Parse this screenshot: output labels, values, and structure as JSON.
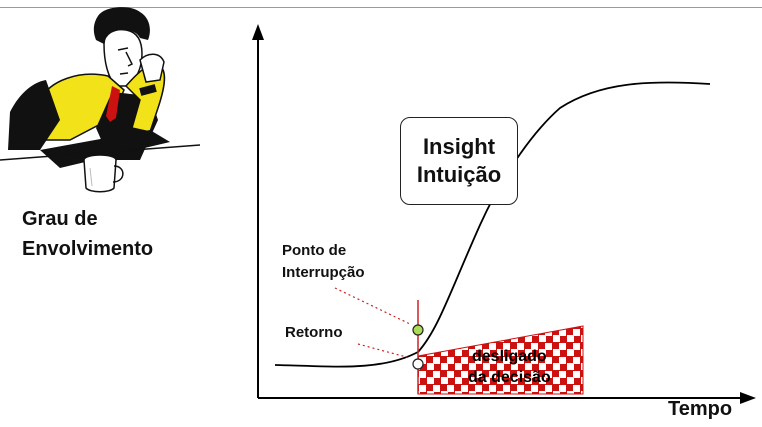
{
  "y_axis_label": [
    "Grau de",
    "Envolvimento"
  ],
  "x_axis_label": "Tempo",
  "insight_box": {
    "line1": "Insight",
    "line2": "Intuição"
  },
  "annotations": {
    "interruption": [
      "Ponto de",
      "Interrupção"
    ],
    "return": "Retorno",
    "off_zone": [
      "desligado",
      "da decisão"
    ]
  },
  "colors": {
    "hatch_red": "#cc1111",
    "interrupt_point": "#aadd55",
    "leader_line": "#cc2222",
    "axis": "#000000"
  },
  "illustration": "thinking-man-with-coffee-mug"
}
